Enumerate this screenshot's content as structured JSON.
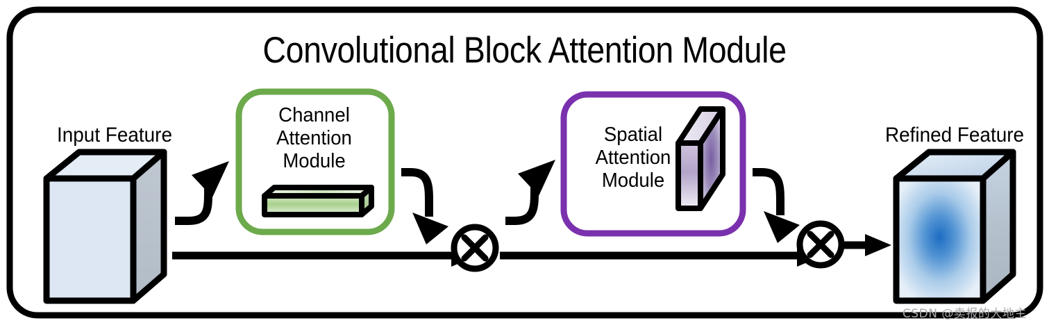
{
  "figure": {
    "title": "Convolutional Block Attention Module",
    "border_color": "#000000",
    "background": "#ffffff"
  },
  "nodes": {
    "input_feature": {
      "label": "Input Feature",
      "icon": "cube-3d",
      "front_color": "#dde7f3",
      "side_color": "#b5bfc9",
      "top_color": "#e4ecf6"
    },
    "channel_attention": {
      "label": "Channel\nAttention\nModule",
      "label_lines": [
        "Channel",
        "Attention",
        "Module"
      ],
      "accent_color": "#6caa4c",
      "icon": "channel-bar-3d",
      "icon_color": "#a9d18e"
    },
    "spatial_attention": {
      "label_lines": [
        "Spatial",
        "Attention",
        "Module"
      ],
      "accent_color": "#7a31ae",
      "icon": "spatial-plate-3d",
      "icon_color": "#8064a2"
    },
    "refined_feature": {
      "label": "Refined Feature",
      "icon": "cube-3d-gradient",
      "front_color": "#1f6fc4",
      "side_color": "#b5bfc9",
      "top_color": "#d3e1f1"
    }
  },
  "operators": {
    "multiply_1": {
      "symbol": "×",
      "name": "element-wise-multiplication"
    },
    "multiply_2": {
      "symbol": "×",
      "name": "element-wise-multiplication"
    }
  },
  "connections": [
    {
      "from": "input_feature",
      "to": "channel_attention",
      "style": "curved-arrow"
    },
    {
      "from": "input_feature",
      "to": "multiply_1",
      "style": "straight-arrow"
    },
    {
      "from": "channel_attention",
      "to": "multiply_1",
      "style": "curved-arrow"
    },
    {
      "from": "multiply_1",
      "to": "spatial_attention",
      "style": "curved-arrow"
    },
    {
      "from": "multiply_1",
      "to": "multiply_2",
      "style": "straight-arrow"
    },
    {
      "from": "spatial_attention",
      "to": "multiply_2",
      "style": "curved-arrow"
    },
    {
      "from": "multiply_2",
      "to": "refined_feature",
      "style": "straight-arrow"
    }
  ],
  "watermark": {
    "text": "CSDN @卖报的大地主",
    "color": "#a9a9ad"
  }
}
